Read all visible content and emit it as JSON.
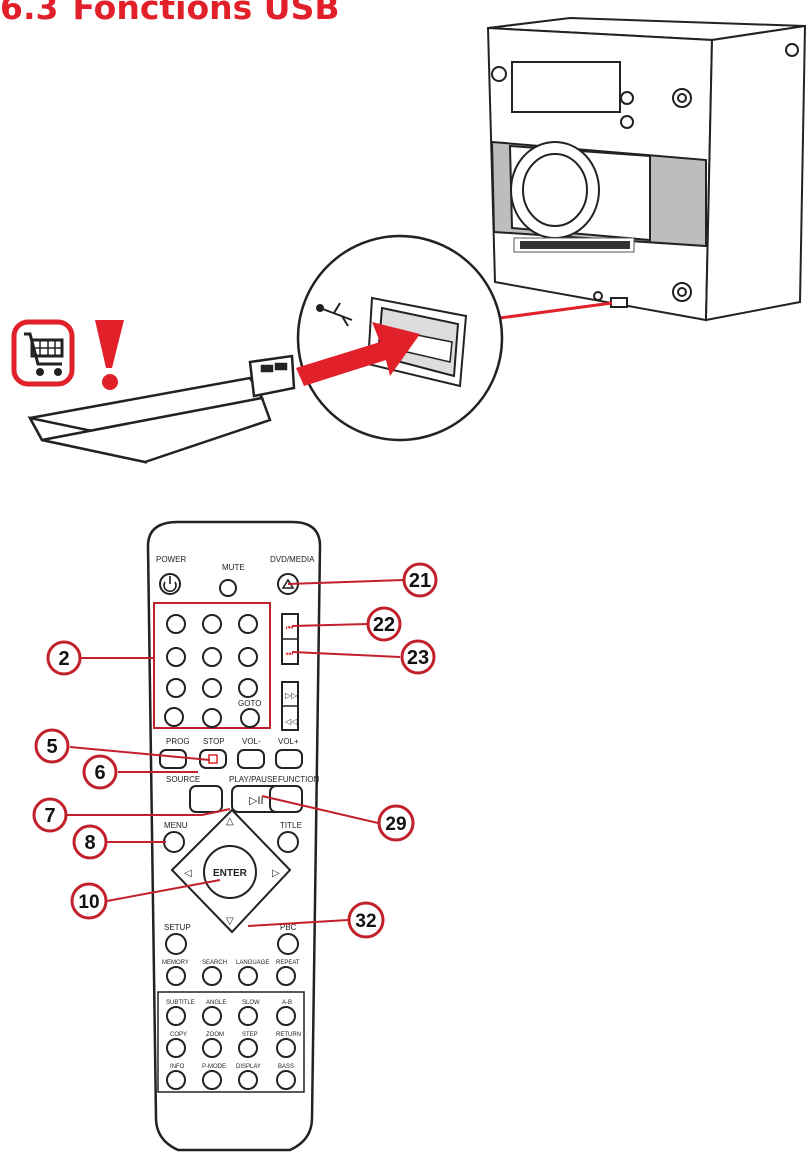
{
  "page": {
    "section_number": "6.3",
    "section_title": "Fonctions USB",
    "accent_color": "#e2202a"
  },
  "icons": [
    "usb-drive-icon",
    "shopping-cart-icon",
    "warning-exclamation-icon",
    "usb-symbol-icon",
    "insert-arrow-icon"
  ],
  "remote": {
    "top_labels": {
      "power": "POWER",
      "mute": "MUTE",
      "dvd_media": "DVD/MEDIA"
    },
    "goto": "GOTO",
    "row_prog": [
      "PROG",
      "STOP",
      "VOL-",
      "VOL+"
    ],
    "row_source": [
      "SOURCE",
      "PLAY/PAUSE",
      "FUNCTION"
    ],
    "menu": "MENU",
    "title": "TITLE",
    "enter": "ENTER",
    "setup": "SETUP",
    "pbc": "PBC",
    "row_memory": [
      "MEMORY",
      "SEARCH",
      "LANGUAGE",
      "REPEAT"
    ],
    "row_subtitle": [
      "SUBTITLE",
      "ANGLE",
      "SLOW",
      "A-B"
    ],
    "row_copy": [
      "COPY",
      "ZOOM",
      "STEP",
      "RETURN"
    ],
    "row_last": [
      "INFO",
      "P-MODE",
      "DISPLAY",
      "BASS"
    ]
  },
  "callouts": {
    "c2": "2",
    "c5": "5",
    "c6": "6",
    "c7": "7",
    "c8": "8",
    "c10": "10",
    "c21": "21",
    "c22": "22",
    "c23": "23",
    "c29": "29",
    "c32": "32"
  }
}
